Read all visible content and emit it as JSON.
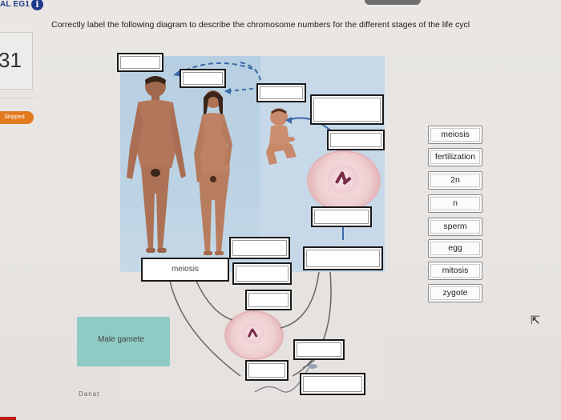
{
  "header": {
    "code": "AL EG1",
    "info_glyph": "i"
  },
  "score": "31",
  "skip_badge": "Skipped",
  "instruction": "Correctly label the following diagram to describe the chromosome numbers for the different stages of the life cycl",
  "diagram": {
    "filled_label": "meiosis"
  },
  "word_bank": [
    "meiosis",
    "fertilization",
    "2n",
    "n",
    "sperm",
    "egg",
    "mitosis",
    "zygote"
  ],
  "male_gamete_label": "Male gamete",
  "bottom_text": "Danat",
  "colors": {
    "accent": "#1e3a8a",
    "skip": "#e37a1f",
    "gamete": "#8fcbc5"
  }
}
